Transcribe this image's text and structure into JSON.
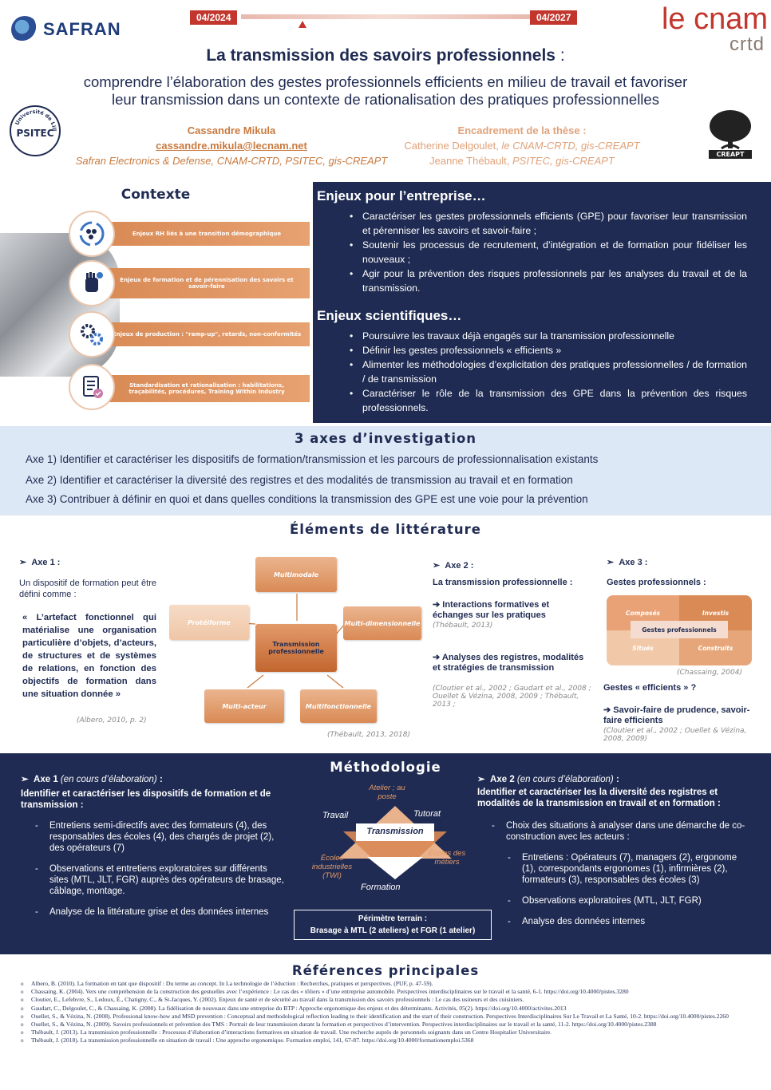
{
  "header": {
    "safran_logo": "SAFRAN",
    "timeline_start": "04/2024",
    "timeline_end": "04/2027",
    "cnam_logo_main": "le cnam",
    "cnam_logo_sub": "crtd",
    "title": "La transmission des savoirs professionnels",
    "title_colon": " :",
    "subtitle_line1": "comprendre l’élaboration des gestes professionnels efficients en milieu de travail et favoriser",
    "subtitle_line2": "leur transmission dans un contexte de rationalisation des pratiques professionnelles",
    "psitec_logo": "PSITEC",
    "psitec_ring": "Université de Lille",
    "creapt_logo": "CREAPT"
  },
  "author": {
    "name": "Cassandre Mikula",
    "email": "cassandre.mikula@lecnam.net",
    "affiliation": "Safran Electronics & Defense, CNAM-CRTD, PSITEC, gis-CREAPT"
  },
  "supervision": {
    "heading": "Encadrement de la thèse :",
    "sup1_name": "Catherine Delgoulet,",
    "sup1_aff": "le CNAM-CRTD, gis-CREAPT",
    "sup2_name": "Jeanne Thébault,",
    "sup2_aff": "PSITEC, gis-CREAPT"
  },
  "contexte": {
    "title": "Contexte",
    "items": [
      {
        "label": "Enjeux RH liés à une transition démographique",
        "icon": "people-cycle-icon"
      },
      {
        "label": "Enjeux de formation et de pérennisation des savoirs et savoir-faire",
        "icon": "hand-gear-icon"
      },
      {
        "label": "Enjeux de production : \"ramp-up\", retards, non-conformités",
        "icon": "gears-icon"
      },
      {
        "label": "Standardisation et rationalisation : habilitations, traçabilités, procédures, Training Within Industry",
        "icon": "checklist-icon"
      }
    ]
  },
  "enjeux_entreprise": {
    "title": "Enjeux pour l’entreprise…",
    "items": [
      "Caractériser les gestes professionnels efficients (GPE) pour favoriser leur transmission et pérenniser les savoirs et savoir-faire ;",
      "Soutenir les processus de recrutement, d’intégration et de formation pour fidéliser les nouveaux ;",
      "Agir pour la prévention des risques professionnels par les analyses du travail et de la transmission."
    ]
  },
  "enjeux_scientifiques": {
    "title": "Enjeux scientifiques…",
    "items": [
      "Poursuivre les travaux déjà engagés sur la transmission professionnelle",
      "Définir les gestes professionnels « efficients »",
      "Alimenter les méthodologies d’explicitation des pratiques professionnelles / de formation / de transmission",
      "Caractériser le rôle de la transmission des GPE dans la prévention des risques professionnels."
    ]
  },
  "axes": {
    "title": "3 axes d’investigation",
    "items": [
      "Axe 1) Identifier et caractériser les dispositifs de formation/transmission et les parcours de professionnalisation existants",
      "Axe 2) Identifier et caractériser la diversité des registres et des modalités de transmission au travail et en formation",
      "Axe 3) Contribuer à définir en quoi et dans quelles conditions la transmission des GPE est une voie pour la prévention"
    ]
  },
  "litterature": {
    "title": "Éléments de littérature",
    "axe1": {
      "heading": "Axe 1 :",
      "intro": "Un dispositif de formation peut être défini comme :",
      "quote_parts": [
        "« L’artefact fonctionnel qui matérialise une organisation particulière d’objets, d’acteurs, de structures et de systèmes de relations, en fonction des objectifs de formation dans une situation donnée »"
      ],
      "cite": "(Albero, 2010, p. 2)"
    },
    "diagram": {
      "center": "Transmission professionnelle",
      "nodes": [
        "Multimodale",
        "Multi-dimensionnelle",
        "Multifonctionnelle",
        "Multi-acteur",
        "Protéiforme"
      ],
      "cite": "(Thébault, 2013, 2018)"
    },
    "axe2": {
      "heading": "Axe 2 :",
      "sub": "La transmission professionnelle :",
      "p1": "Interactions formatives et échanges sur les pratiques",
      "p1_cite": "(Thébault, 2013)",
      "p2": "Analyses des registres, modalités et stratégies de transmission",
      "p2_cite": "(Cloutier et al., 2002 ; Gaudart et al., 2008 ; Ouellet & Vézina, 2008, 2009 ; Thébault, 2013 ;"
    },
    "axe3": {
      "heading": "Axe 3 :",
      "sub": "Gestes professionnels :",
      "quad": [
        "Composés",
        "Investis",
        "Situés",
        "Construits"
      ],
      "center": "Gestes professionnels",
      "quad_cite": "(Chassaing, 2004)",
      "q2": "Gestes « efficients » ?",
      "p": "Savoir-faire de prudence, savoir-faire efficients",
      "p_cite": "(Cloutier et al., 2002 ; Ouellet & Vézina, 2008, 2009)"
    }
  },
  "methodologie": {
    "title": "Méthodologie",
    "axe1_head": "Axe 1",
    "axe1_status": "(en cours d’élaboration)",
    "axe1_colon": " :",
    "axe1_goal": "Identifier et caractériser les dispositifs de formation et de transmission :",
    "axe1_items": [
      "Entretiens semi-directifs avec des formateurs (4), des responsables des écoles (4), des chargés de projet (2), des opérateurs (7)",
      "Observations et entretiens exploratoires sur différents sites (MTL, JLT, FGR) auprès des opérateurs de brasage, câblage, montage.",
      "Analyse de la littérature grise et des données internes"
    ],
    "triangle": {
      "center": "Transmission",
      "top": "Atelier ; au poste",
      "left": "Travail",
      "right": "Tutorat",
      "bottom": "Formation",
      "bl": "Écoles industrielles (TWI)",
      "br": "Écoles des métiers"
    },
    "perimetre_title": "Périmètre terrain :",
    "perimetre_text": "Brasage à MTL (2 ateliers) et FGR (1 atelier)",
    "axe2_head": "Axe 2",
    "axe2_status": "(en cours d’élaboration)",
    "axe2_colon": " :",
    "axe2_goal": "Identifier et caractériser les la diversité des registres et modalités de la transmission en travail et en formation :",
    "axe2_items": [
      "Choix des situations à analyser dans une démarche de co-construction avec les acteurs :",
      "Entretiens : Opérateurs (7), managers (2), ergonome (1), correspondants ergonomes (1), infirmières (2), formateurs (3), responsables des écoles (3)",
      "Observations exploratoires (MTL, JLT, FGR)",
      "Analyse des données internes"
    ]
  },
  "references": {
    "title": "Références principales",
    "items": [
      "Albero, B. (2010). La formation en tant que dispositif : Du terme au concept. In La technologie de l’éduction : Recherches, pratiques et perspectives. (PUF, p. 47-59).",
      "Chassaing, K. (2004). Vers une compréhension de la construction des gestuelles avec l’expérience : Le cas des « tôliers » d’une entreprise automobile. Perspectives interdisciplinaires sur le travail et la santé, 6-1. https://doi.org/10.4000/pistes.3280",
      "Cloutier, E., Lefebvre, S., Ledoux, É., Chatigny, C., & St-Jacques, Y. (2002). Enjeux de santé et de sécurité au travail dans la transmission des savoirs professionnels : Le cas des usineurs et des cuisiniers.",
      "Gaudart, C., Delgoulet, C., & Chassaing, K. (2008). La fidélisation de nouveaux dans une entreprise du BTP : Approche ergonomique des enjeux et des déterminants. Activités, 05(2). https://doi.org/10.4000/activites.2013",
      "Ouellet, S., & Vézina, N. (2008). Professional know-how and MSD prevention : Conceptual and methodological reflection leading to their identification and the start of their construction. Perspectives Interdisciplinaires Sur Le Travail et La Santé, 10-2. https://doi.org/10.4000/pistes.2260",
      "Ouellet, S., & Vézina, N. (2009). Savoirs professionnels et prévention des TMS : Portrait de leur transmission durant la formation et perspectives d’intervention. Perspectives interdisciplinaires sur le travail et la santé, 11-2. https://doi.org/10.4000/pistes.2388",
      "Thébault, J. (2013). La transmission professionnelle : Processus d’élaboration d’interactions formatives en situation de travail. Une recherche auprès de personnels soignants dans un Centre Hospitalier Universitaire.",
      "Thébault, J. (2018). La transmission professionnelle en situation de travail : Une approche ergonomique. Formation emploi, 141, 67-87. https://doi.org/10.4000/formationemploi.5368"
    ]
  }
}
